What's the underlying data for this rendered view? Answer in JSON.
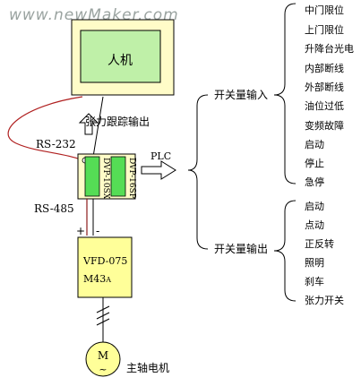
{
  "watermark": "www.newMaker.com",
  "hmi": {
    "label": "人机"
  },
  "labels": {
    "tension_output": "张力跟踪输出",
    "rs232": "RS-232",
    "rs485": "RS-485",
    "plc": "PLC",
    "plus": "+",
    "minus": "-",
    "switch_input": "开关量输入",
    "switch_output": "开关量输出",
    "spindle_motor": "主轴电机"
  },
  "plc_modules": {
    "module1": "DVP-10SX",
    "module2": "DVP-16SP"
  },
  "vfd": {
    "line1": "VFD-075",
    "line2_main": "M43",
    "line2_sub": "A"
  },
  "motor": {
    "m": "M",
    "tilde": "~"
  },
  "inputs": [
    "中门限位",
    "上门限位",
    "升降台光电",
    "内部断线",
    "外部断线",
    "油位过低",
    "变频故障",
    "启动",
    "停止",
    "急停"
  ],
  "outputs": [
    "启动",
    "点动",
    "正反转",
    "照明",
    "刹车",
    "张力开关"
  ],
  "colors": {
    "hmi_outer": "#fffcc8",
    "hmi_screen": "#bff0a8",
    "vfd_fill": "#ffff99",
    "plc_body": "#fffcc8",
    "plc_module": "#55dd55",
    "rs232_cable": "#b02020"
  }
}
